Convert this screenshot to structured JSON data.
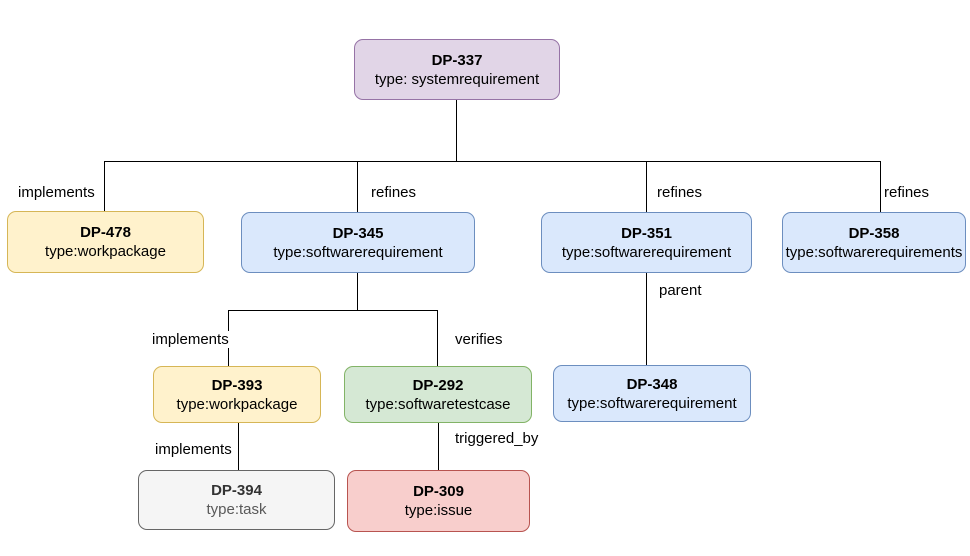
{
  "diagram": {
    "title": "requirement-traceability-tree",
    "nodes": [
      {
        "id": "DP-337",
        "label": "DP-337",
        "type_line": "type: systemrequirement",
        "category": "systemrequirement",
        "fill": "#e1d5e7",
        "stroke": "#9673a6"
      },
      {
        "id": "DP-478",
        "label": "DP-478",
        "type_line": "type:workpackage",
        "category": "workpackage",
        "fill": "#fff2cc",
        "stroke": "#d6b656"
      },
      {
        "id": "DP-345",
        "label": "DP-345",
        "type_line": "type:softwarerequirement",
        "category": "softwarerequirement",
        "fill": "#dae8fc",
        "stroke": "#6c8ebf"
      },
      {
        "id": "DP-351",
        "label": "DP-351",
        "type_line": "type:softwarerequirement",
        "category": "softwarerequirement",
        "fill": "#dae8fc",
        "stroke": "#6c8ebf"
      },
      {
        "id": "DP-358",
        "label": "DP-358",
        "type_line": "type:softwarerequirements",
        "category": "softwarerequirement",
        "fill": "#dae8fc",
        "stroke": "#6c8ebf"
      },
      {
        "id": "DP-393",
        "label": "DP-393",
        "type_line": "type:workpackage",
        "category": "workpackage",
        "fill": "#fff2cc",
        "stroke": "#d6b656"
      },
      {
        "id": "DP-292",
        "label": "DP-292",
        "type_line": "type:softwaretestcase",
        "category": "softwaretestcase",
        "fill": "#d5e8d4",
        "stroke": "#82b366"
      },
      {
        "id": "DP-348",
        "label": "DP-348",
        "type_line": "type:softwarerequirement",
        "category": "softwarerequirement",
        "fill": "#dae8fc",
        "stroke": "#6c8ebf"
      },
      {
        "id": "DP-394",
        "label": "DP-394",
        "type_line": "type:task",
        "category": "task",
        "fill": "#f5f5f5",
        "stroke": "#666666"
      },
      {
        "id": "DP-309",
        "label": "DP-309",
        "type_line": "type:issue",
        "category": "issue",
        "fill": "#f8cecc",
        "stroke": "#b85450"
      }
    ],
    "edges": [
      {
        "label": "implements",
        "from": "DP-337",
        "to": "DP-478"
      },
      {
        "label": "refines",
        "from": "DP-337",
        "to": "DP-345"
      },
      {
        "label": "refines",
        "from": "DP-337",
        "to": "DP-351"
      },
      {
        "label": "refines",
        "from": "DP-337",
        "to": "DP-358"
      },
      {
        "label": "implements",
        "from": "DP-345",
        "to": "DP-393"
      },
      {
        "label": "verifies",
        "from": "DP-345",
        "to": "DP-292"
      },
      {
        "label": "parent",
        "from": "DP-351",
        "to": "DP-348"
      },
      {
        "label": "implements",
        "from": "DP-393",
        "to": "DP-394"
      },
      {
        "label": "triggered_by",
        "from": "DP-292",
        "to": "DP-309"
      }
    ],
    "colors": {
      "systemrequirement_fill": "#e1d5e7",
      "systemrequirement_stroke": "#9673a6",
      "workpackage_fill": "#fff2cc",
      "workpackage_stroke": "#d6b656",
      "softwarerequirement_fill": "#dae8fc",
      "softwarerequirement_stroke": "#6c8ebf",
      "softwaretestcase_fill": "#d5e8d4",
      "softwaretestcase_stroke": "#82b366",
      "task_fill": "#f5f5f5",
      "task_stroke": "#666666",
      "issue_fill": "#f8cecc",
      "issue_stroke": "#b85450",
      "line": "#000000",
      "background": "#ffffff"
    }
  }
}
